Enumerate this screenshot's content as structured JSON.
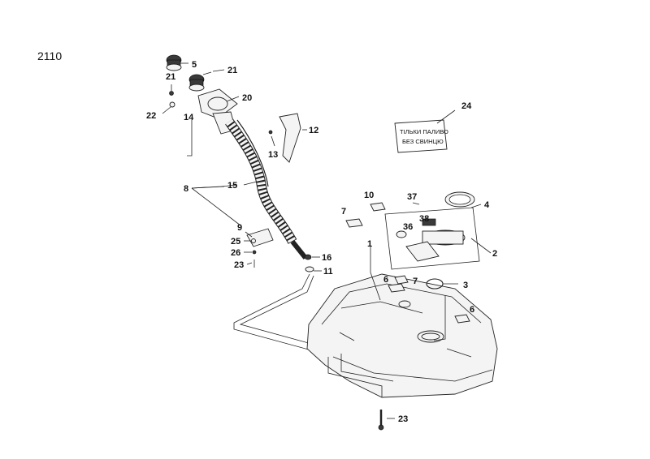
{
  "model_label": "2110",
  "label_sign": {
    "line1": "ТІЛЬКИ ПАЛИВО",
    "line2": "БЕЗ СВИНЦЮ"
  },
  "callouts": {
    "c1": "1",
    "c2": "2",
    "c3": "3",
    "c4": "4",
    "c5": "5",
    "c6a": "6",
    "c6b": "6",
    "c7a": "7",
    "c7b": "7",
    "c8": "8",
    "c9": "9",
    "c10": "10",
    "c11": "11",
    "c12": "12",
    "c13": "13",
    "c14": "14",
    "c15": "15",
    "c16": "16",
    "c20": "20",
    "c21a": "21",
    "c21b": "21",
    "c22": "22",
    "c23a": "23",
    "c23b": "23",
    "c24": "24",
    "c25": "25",
    "c26": "26",
    "c36": "36",
    "c37": "37",
    "c38": "38"
  }
}
